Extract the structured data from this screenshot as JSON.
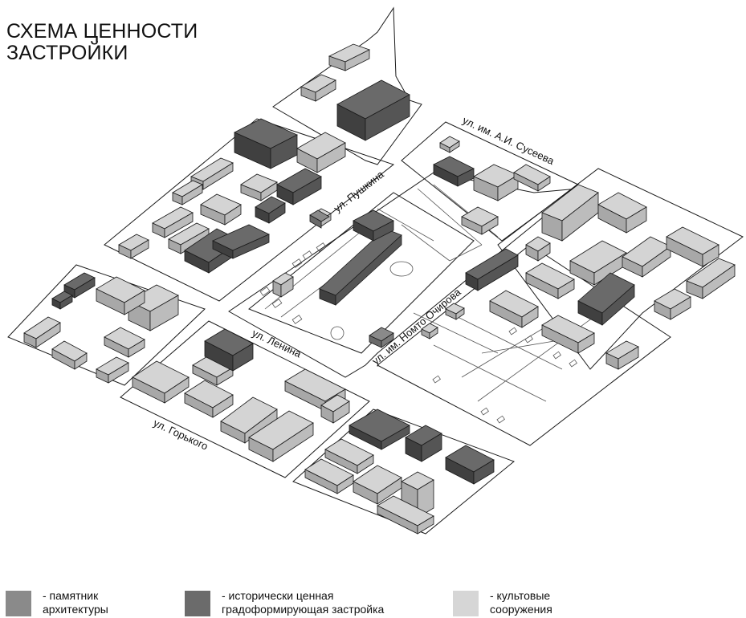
{
  "title": [
    "СХЕМА ЦЕННОСТИ",
    "ЗАСТРОЙКИ"
  ],
  "streets": {
    "susyeva": "ул. им. А.И. Сусеева",
    "pushkina": "ул. Пушкина",
    "lenina": "ул. Ленина",
    "gorkogo": "ул. Горького",
    "ochirova": "ул. им. Номто Очирова"
  },
  "legend": [
    {
      "label": "- памятник\nархитектуры",
      "color": "#8a8a8a",
      "category": "monument"
    },
    {
      "label": "- исторически ценная\nградоформирующая застройка",
      "color": "#6b6b6b",
      "category": "historic"
    },
    {
      "label": "- культовые\nсооружения",
      "color": "#d6d6d6",
      "category": "religious"
    }
  ],
  "colors": {
    "background": "#ffffff",
    "ordinary_building_top": "#d4d4d4",
    "ordinary_building_side": "#a8a8a8",
    "historic_building_top": "#6a6a6a",
    "historic_building_side": "#404040",
    "outline": "#1a1a1a"
  }
}
